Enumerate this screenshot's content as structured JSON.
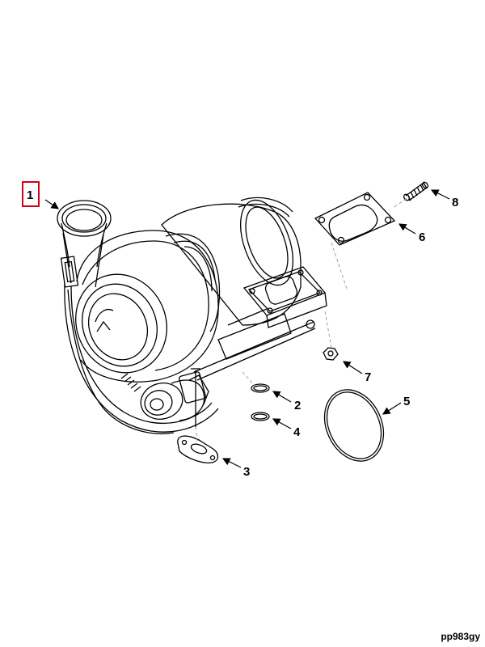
{
  "diagram": {
    "figure_code": "pp983gy",
    "highlight_color": "#d0021b",
    "callouts": [
      {
        "id": "1",
        "label": "1",
        "highlighted": true
      },
      {
        "id": "2",
        "label": "2",
        "highlighted": false
      },
      {
        "id": "3",
        "label": "3",
        "highlighted": false
      },
      {
        "id": "4",
        "label": "4",
        "highlighted": false
      },
      {
        "id": "5",
        "label": "5",
        "highlighted": false
      },
      {
        "id": "6",
        "label": "6",
        "highlighted": false
      },
      {
        "id": "7",
        "label": "7",
        "highlighted": false
      },
      {
        "id": "8",
        "label": "8",
        "highlighted": false
      }
    ]
  }
}
